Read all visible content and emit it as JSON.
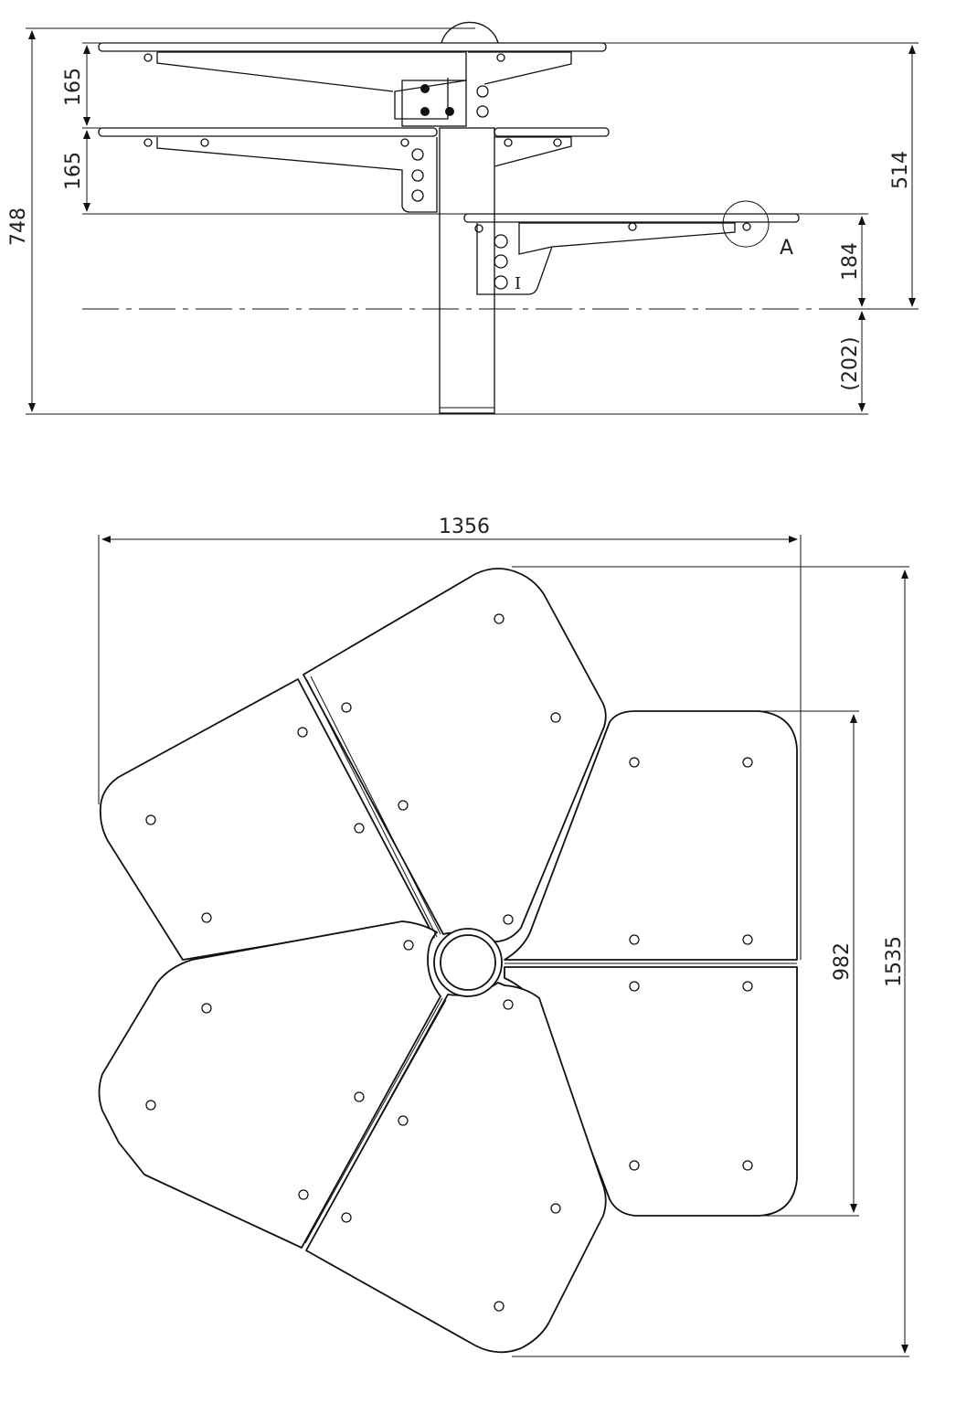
{
  "side_view": {
    "dimensions": {
      "total_height": "748",
      "upper_step": "165",
      "middle_step": "165",
      "top_to_ground": "514",
      "lower_seat": "184",
      "embedment": "(202)"
    },
    "detail_label": "A"
  },
  "plan_view": {
    "dimensions": {
      "width": "1356",
      "inner_depth": "982",
      "overall_depth": "1535"
    }
  },
  "colors": {
    "line": "#111111",
    "background": "#ffffff"
  }
}
